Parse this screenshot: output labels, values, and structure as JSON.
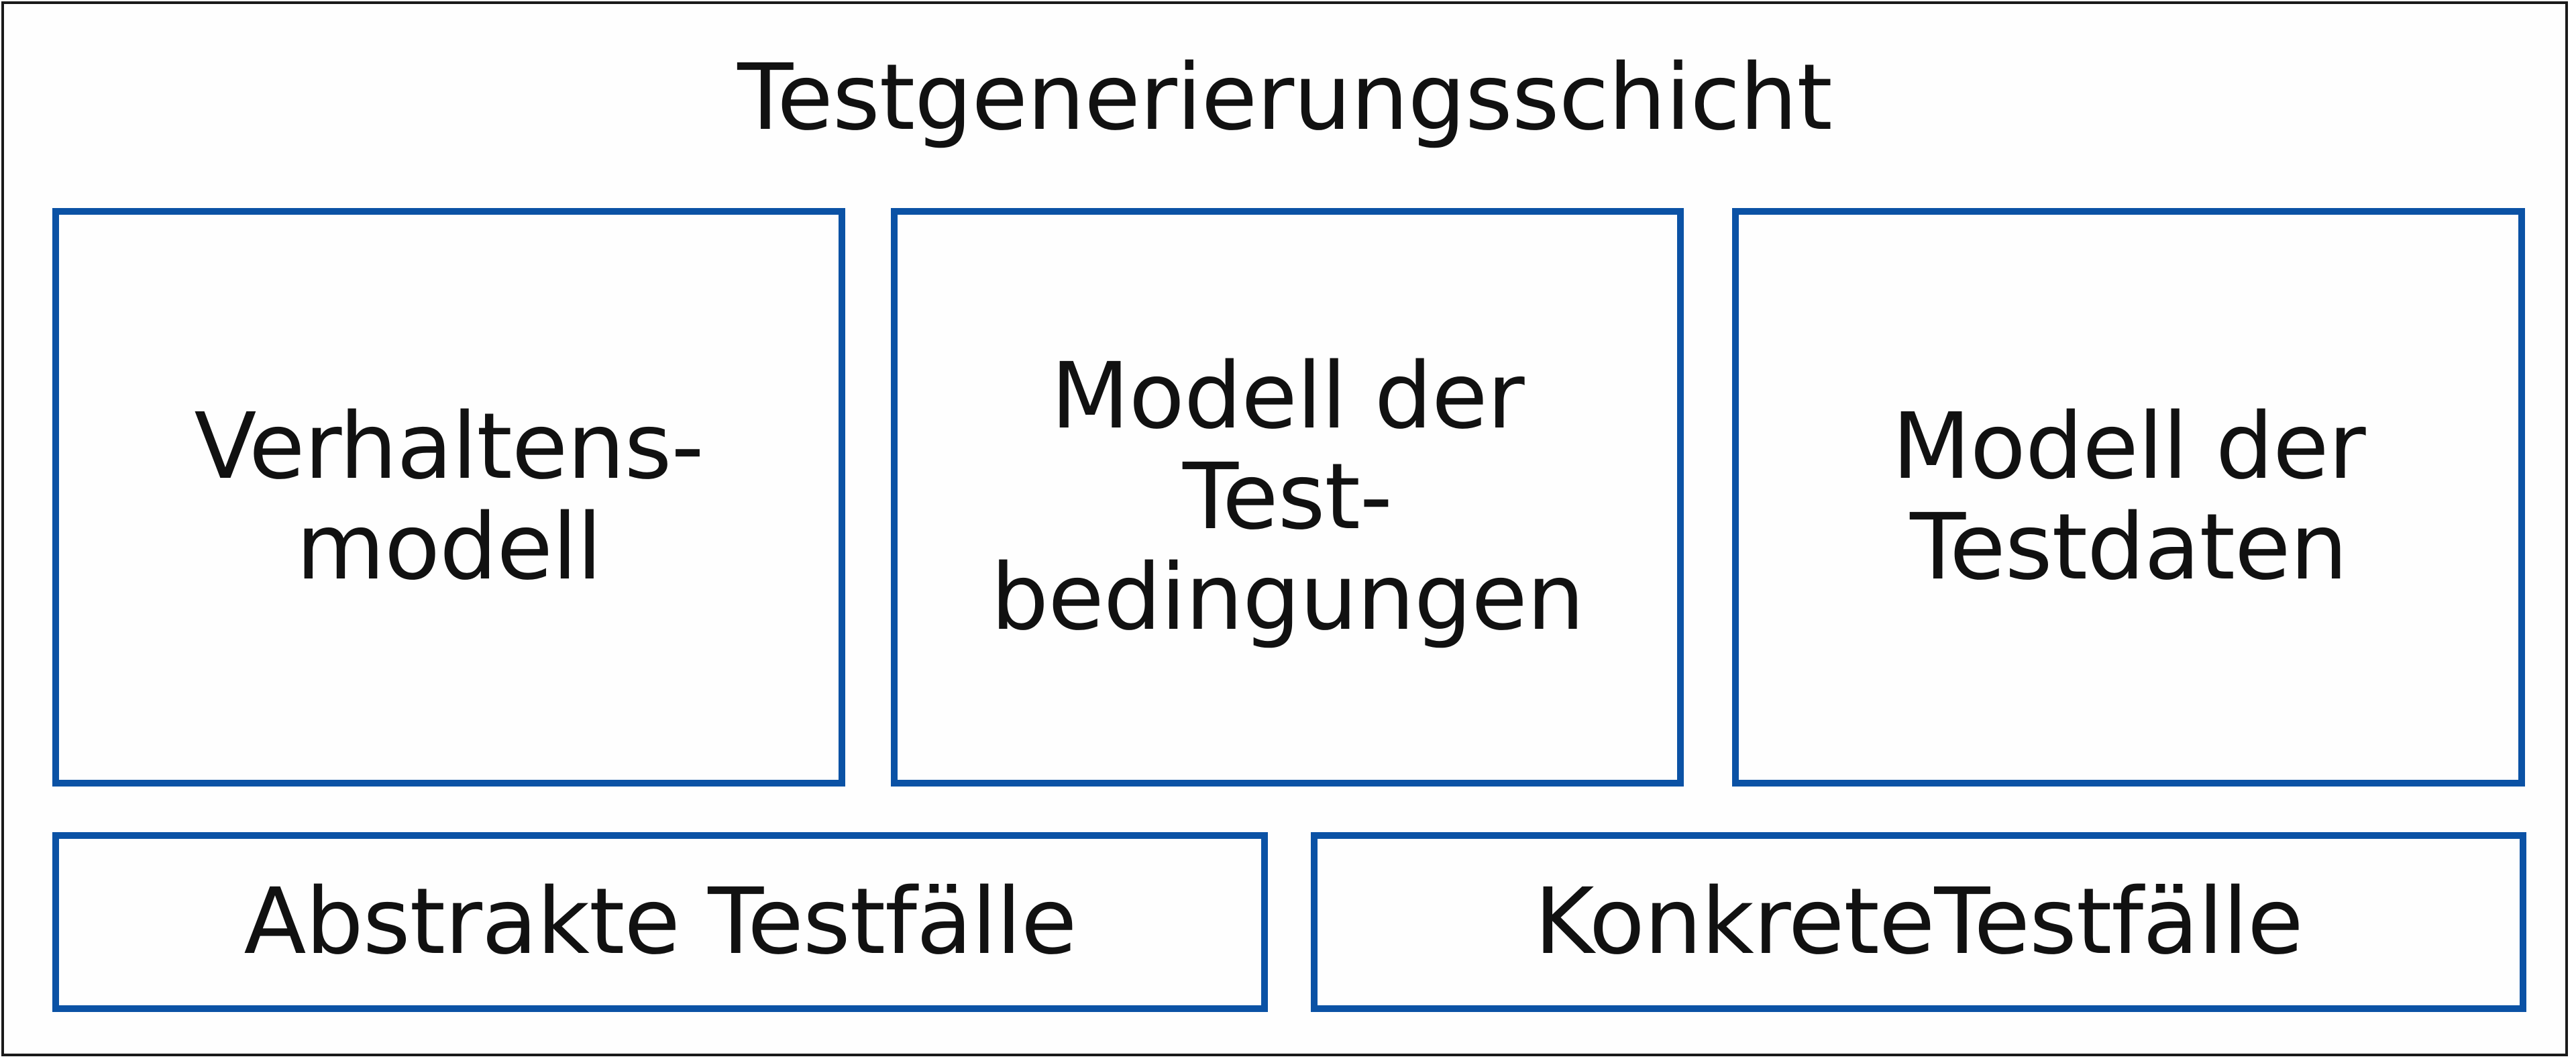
{
  "diagram": {
    "title": "Testgenerierungsschicht",
    "border_color": "#0b52a5",
    "frame_color": "#1a1a1a",
    "top_row": [
      {
        "label": "Verhaltens-\nmodell"
      },
      {
        "label": "Modell der\nTest-\nbedingungen"
      },
      {
        "label": "Modell der\nTestdaten"
      }
    ],
    "bottom_row": [
      {
        "label": "Abstrakte Testfälle"
      },
      {
        "label": "KonkreteTestfälle"
      }
    ]
  }
}
